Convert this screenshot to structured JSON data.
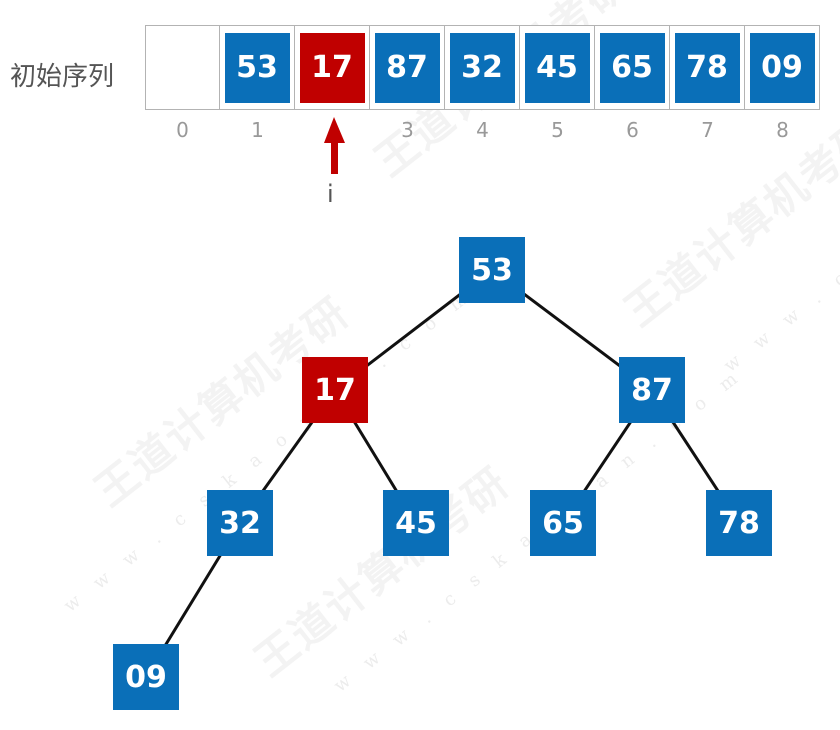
{
  "colors": {
    "blue": "#0a6fb8",
    "red": "#c00000",
    "line": "#111111",
    "arrow": "#c00000"
  },
  "label": "初始序列",
  "array": [
    {
      "value": "",
      "state": "empty"
    },
    {
      "value": "53",
      "state": "blue"
    },
    {
      "value": "17",
      "state": "red"
    },
    {
      "value": "87",
      "state": "blue"
    },
    {
      "value": "32",
      "state": "blue"
    },
    {
      "value": "45",
      "state": "blue"
    },
    {
      "value": "65",
      "state": "blue"
    },
    {
      "value": "78",
      "state": "blue"
    },
    {
      "value": "09",
      "state": "blue"
    }
  ],
  "indices": [
    "0",
    "1",
    "",
    "3",
    "4",
    "5",
    "6",
    "7",
    "8"
  ],
  "pointer": {
    "label": "i",
    "target_index": 2
  },
  "tree": {
    "nodes": [
      {
        "id": "n1",
        "value": "53",
        "state": "blue"
      },
      {
        "id": "n2",
        "value": "17",
        "state": "red"
      },
      {
        "id": "n3",
        "value": "87",
        "state": "blue"
      },
      {
        "id": "n4",
        "value": "32",
        "state": "blue"
      },
      {
        "id": "n5",
        "value": "45",
        "state": "blue"
      },
      {
        "id": "n6",
        "value": "65",
        "state": "blue"
      },
      {
        "id": "n7",
        "value": "78",
        "state": "blue"
      },
      {
        "id": "n8",
        "value": "09",
        "state": "blue"
      }
    ],
    "edges": [
      [
        "n1",
        "n2"
      ],
      [
        "n1",
        "n3"
      ],
      [
        "n2",
        "n4"
      ],
      [
        "n2",
        "n5"
      ],
      [
        "n3",
        "n6"
      ],
      [
        "n3",
        "n7"
      ],
      [
        "n4",
        "n8"
      ]
    ]
  },
  "watermark": {
    "text": "王道计算机考研",
    "url": "w w w . c s k a o y a n . c o m"
  }
}
